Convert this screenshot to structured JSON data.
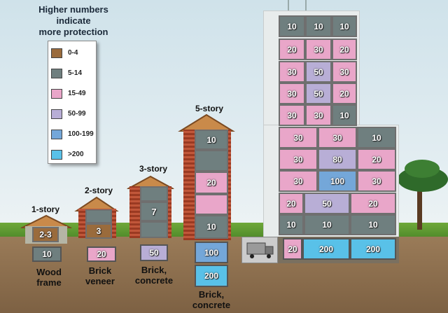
{
  "header": {
    "line1": "Higher numbers",
    "line2": "indicate",
    "line3": "more protection"
  },
  "legend": [
    {
      "label": "0-4",
      "color": "#9a6b3c"
    },
    {
      "label": "5-14",
      "color": "#6f7f7f"
    },
    {
      "label": "15-49",
      "color": "#e9a6c9"
    },
    {
      "label": "50-99",
      "color": "#b8aed6"
    },
    {
      "label": "100-199",
      "color": "#74a7d9"
    },
    {
      "label": ">200",
      "color": "#59c1e8"
    }
  ],
  "buildings": {
    "one_story": {
      "title": "1-story",
      "floor": "2-3",
      "basement": "10",
      "type_line1": "Wood",
      "type_line2": "frame"
    },
    "two_story": {
      "title": "2-story",
      "floor": "3",
      "basement": "20",
      "type_line1": "Brick",
      "type_line2": "veneer"
    },
    "three_story": {
      "title": "3-story",
      "middle": "7",
      "basement": "50",
      "type_line1": "Brick,",
      "type_line2": "concrete"
    },
    "five_story": {
      "title": "5-story",
      "floor_top": "10",
      "floor_mid": "20",
      "floor_low": "10",
      "basement_1": "100",
      "basement_2": "200",
      "type_line1": "Brick,",
      "type_line2": "concrete"
    },
    "highrise": {
      "tower_rows": [
        [
          "10",
          "10",
          "10"
        ],
        [
          "20",
          "30",
          "20"
        ],
        [
          "30",
          "50",
          "30"
        ],
        [
          "30",
          "50",
          "20"
        ],
        [
          "30",
          "30",
          "10"
        ]
      ],
      "wide_rows": [
        [
          "30",
          "30",
          "10"
        ],
        [
          "30",
          "80",
          "20"
        ],
        [
          "30",
          "100",
          "30"
        ],
        [
          "20",
          "50",
          "20"
        ],
        [
          "10",
          "10",
          "10"
        ]
      ],
      "basement": [
        "20",
        "200",
        "200"
      ]
    }
  }
}
